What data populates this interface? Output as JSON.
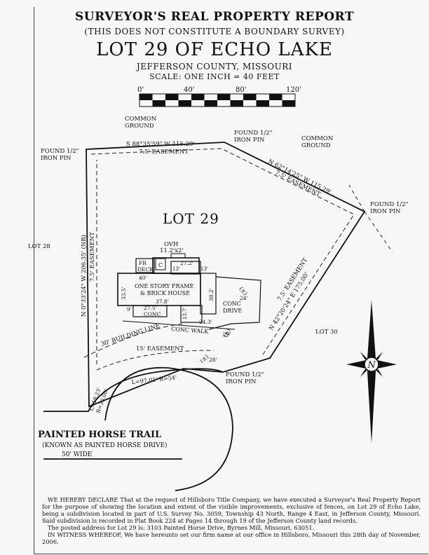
{
  "header": {
    "title": "SURVEYOR'S REAL PROPERTY REPORT",
    "subtitle": "(THIS DOES NOT CONSTITUTE A BOUNDARY SURVEY)",
    "lot_title": "LOT 29 OF ECHO LAKE",
    "county": "JEFFERSON COUNTY, MISSOURI",
    "scale_text": "SCALE: ONE INCH = 40 FEET"
  },
  "scale_bar": {
    "labels": [
      "0'",
      "40'",
      "80'",
      "120'"
    ]
  },
  "labels": {
    "common_ground_left_1": "COMMON",
    "common_ground_left_2": "GROUND",
    "common_ground_right_1": "COMMON",
    "common_ground_right_2": "GROUND",
    "pin_top_1": "FOUND 1/2\"",
    "pin_top_2": "IRON PIN",
    "pin_left_1": "FOUND 1/2\"",
    "pin_left_2": "IRON PIN",
    "pin_right_1": "FOUND 1/2\"",
    "pin_right_2": "IRON PIN",
    "pin_bottom_1": "FOUND 1/2\"",
    "pin_bottom_2": "IRON PIN",
    "bearing_top": "S 88°35'59\" W 115.29'",
    "easement_top": "7.5' EASEMENT",
    "bearing_ne": "N 62°14'25\" W 115.29'",
    "easement_ne": "7.5' EASEMENT",
    "bearing_west": "N 0°33'24\" W 206.35' (NR)",
    "easement_west": "7.5' EASEMENT",
    "bearing_east": "N 42°20'24\" E 175.00'",
    "easement_east": "7.5' EASEMENT",
    "lot_29": "LOT 29",
    "lot_28": "LOT 28",
    "lot_30": "LOT 30",
    "ovh": "OVH",
    "ovh_dim": "11.2'x2'",
    "deck_1": "FR",
    "deck_2": "DECK",
    "c_box": "C",
    "dim_27_2": "27.2'",
    "dim_13_a": "13'",
    "dim_13_b": "13'",
    "dim_40": "40'",
    "house_1": "ONE STORY FRAME",
    "house_2": "& BRICK HOUSE",
    "dim_33_5": "33.5'",
    "dim_37_8": "37.8'",
    "dim_38_2": "38.2'",
    "dim_27_5": "27.5'",
    "conc": "CONC",
    "dim_9": "9'",
    "dim_13_7": "13.7'",
    "dim_24_3": "24.3'",
    "conc_drive_1": "CONC",
    "conc_drive_2": "DRIVE",
    "conc_walk": "CONC WALK",
    "building_line": "30' BUILDING LINE",
    "easement_front": "15' EASEMENT",
    "dim_pm_1": "(±)",
    "dim_pm_2": "(±)",
    "dim_pm_3": "(±)",
    "dim_24": "24'",
    "dim_29": "29'",
    "dim_28": "28'",
    "arc_main": "L=97.01'  R=54'",
    "arc_small_1": "L=19.23'",
    "arc_small_2": "R=30.00'",
    "north": "N",
    "road_name": "PAINTED HORSE TRAIL",
    "road_aka": "(KNOWN AS PAINTED HORSE DRIVE)",
    "road_width": "50' WIDE"
  },
  "declaration": {
    "p1": "WE HEREBY DECLARE That at the request of Hillsboro Title Company, we have executed a Surveyor's Real Property Report for the purpose of showing the location and extent of the visible improvements, exclusive of fences, on Lot 29 of Echo Lake, being a subdivision located in part of U.S. Survey No. 3059, Township 43 North, Range 4 East, in Jefferson County, Missouri.  Said subdivision is recorded in Plat Book 224 at Pages 14 through 19 of the Jefferson County land records.",
    "p2": "The posted address for Lot 29 is: 3103 Painted Horse Drive, Byrnes Mill, Missouri, 63051.",
    "p3": "IN WITNESS WHEREOF, We have hereunto set our firm name at our office in Hillsboro, Missouri this 28th day of November, 2006."
  }
}
